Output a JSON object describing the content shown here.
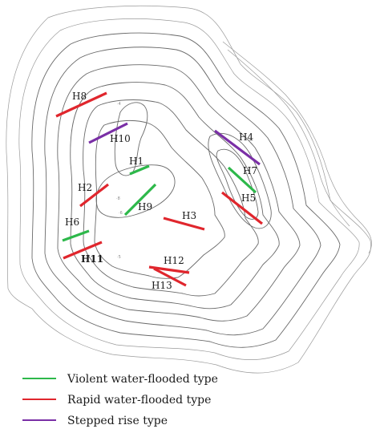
{
  "colors": {
    "violent": "#2db84a",
    "rapid": "#e0262d",
    "stepped": "#7a2fa6",
    "contour": "#6a6a6a"
  },
  "wells": [
    {
      "id": "H1",
      "label": "H1",
      "type": "violent"
    },
    {
      "id": "H2",
      "label": "H2",
      "type": "rapid"
    },
    {
      "id": "H3",
      "label": "H3",
      "type": "rapid"
    },
    {
      "id": "H4",
      "label": "H4",
      "type": "stepped"
    },
    {
      "id": "H5",
      "label": "H5",
      "type": "rapid"
    },
    {
      "id": "H6",
      "label": "H6",
      "type": "violent"
    },
    {
      "id": "H7",
      "label": "H7",
      "type": "violent"
    },
    {
      "id": "H8",
      "label": "H8",
      "type": "rapid"
    },
    {
      "id": "H9",
      "label": "H9",
      "type": "violent"
    },
    {
      "id": "H10",
      "label": "H10",
      "type": "stepped"
    },
    {
      "id": "H11",
      "label": "H11",
      "type": "rapid"
    },
    {
      "id": "H12",
      "label": "H12",
      "type": "rapid"
    },
    {
      "id": "H13",
      "label": "H13",
      "type": "rapid"
    }
  ],
  "legend": [
    {
      "type": "violent",
      "label": "Violent water-flooded type"
    },
    {
      "type": "rapid",
      "label": "Rapid water-flooded type"
    },
    {
      "type": "stepped",
      "label": "Stepped rise type"
    }
  ]
}
